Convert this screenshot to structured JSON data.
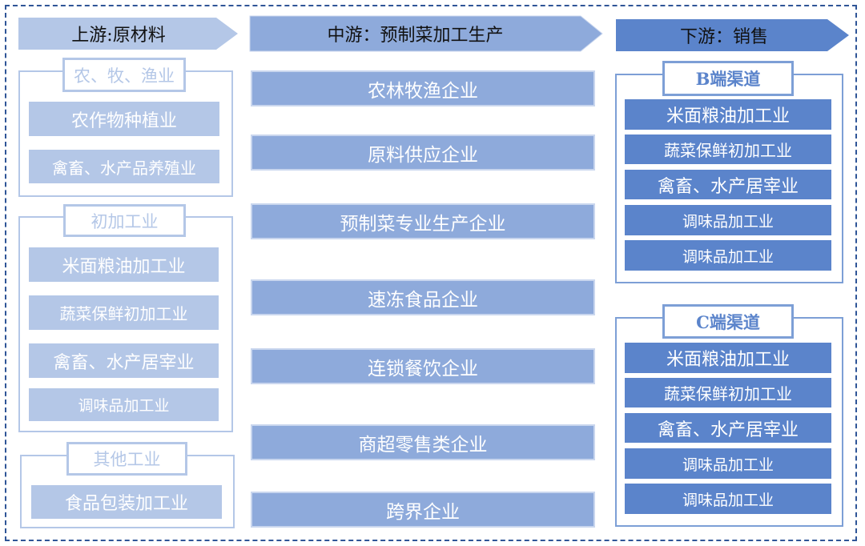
{
  "colors": {
    "upstream": "#b4c7e7",
    "midstream": "#8eaadb",
    "downstream": "#5b84cb",
    "border": "#2f5597"
  },
  "headers": {
    "upstream": "上游:原材料",
    "midstream": "中游：预制菜加工生产",
    "downstream": "下游：销售"
  },
  "upstream": {
    "groups": [
      {
        "label": "农、牧、渔业",
        "items": [
          "农作物种植业",
          "禽畜、水产品养殖业"
        ]
      },
      {
        "label": "初加工业",
        "items": [
          "米面粮油加工业",
          "蔬菜保鲜初加工业",
          "禽畜、水产居宰业",
          "调味品加工业"
        ]
      },
      {
        "label": "其他工业",
        "items": [
          "食品包装加工业"
        ]
      }
    ]
  },
  "midstream": {
    "items": [
      "农林牧渔企业",
      "原料供应企业",
      "预制菜专业生产企业",
      "速冻食品企业",
      "连锁餐饮企业",
      "商超零售类企业",
      "跨界企业"
    ]
  },
  "downstream": {
    "groups": [
      {
        "label": "B端渠道",
        "items": [
          "米面粮油加工业",
          "蔬菜保鲜初加工业",
          "禽畜、水产居宰业",
          "调味品加工业",
          "调味品加工业"
        ]
      },
      {
        "label": "C端渠道",
        "items": [
          "米面粮油加工业",
          "蔬菜保鲜初加工业",
          "禽畜、水产居宰业",
          "调味品加工业",
          "调味品加工业"
        ]
      }
    ]
  }
}
